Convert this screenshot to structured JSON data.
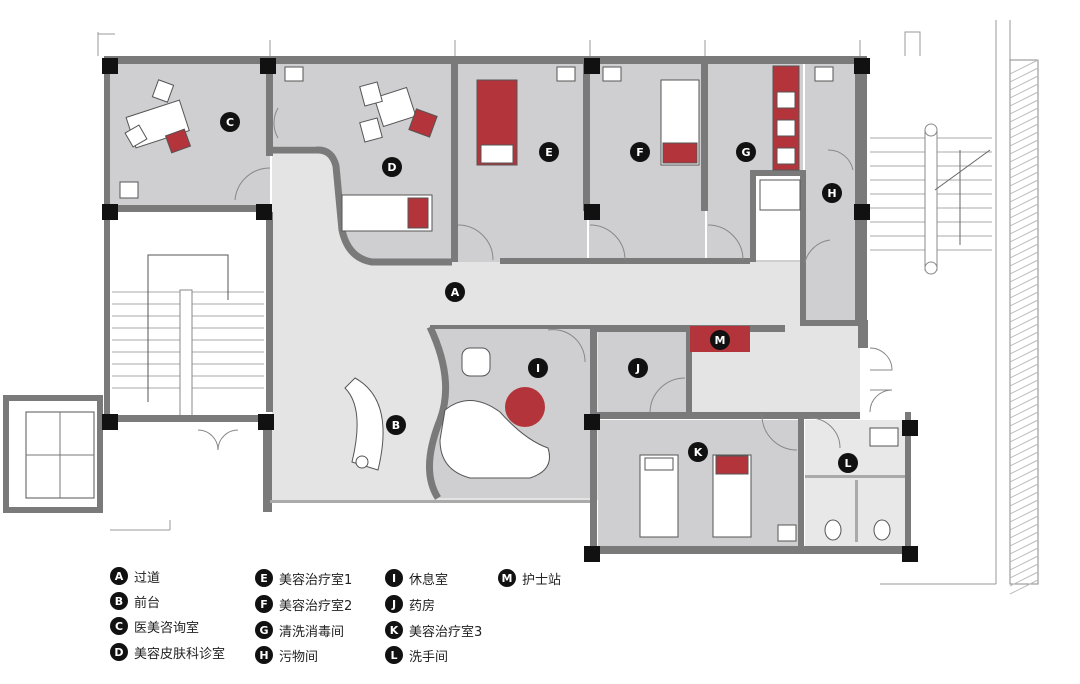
{
  "rooms": [
    {
      "letter": "A",
      "name": "过道"
    },
    {
      "letter": "B",
      "name": "前台"
    },
    {
      "letter": "C",
      "name": "医美咨询室"
    },
    {
      "letter": "D",
      "name": "美容皮肤科诊室"
    },
    {
      "letter": "E",
      "name": "美容治疗室1"
    },
    {
      "letter": "F",
      "name": "美容治疗室2"
    },
    {
      "letter": "G",
      "name": "清洗消毒间"
    },
    {
      "letter": "H",
      "name": "污物间"
    },
    {
      "letter": "I",
      "name": "休息室"
    },
    {
      "letter": "J",
      "name": "药房"
    },
    {
      "letter": "K",
      "name": "美容治疗室3"
    },
    {
      "letter": "L",
      "name": "洗手间"
    },
    {
      "letter": "M",
      "name": "护士站"
    }
  ],
  "colors": {
    "room_fill": "#cfcfd1",
    "corridor_fill": "#e4e4e4",
    "wall": "#7a7a7a",
    "column": "#111111",
    "accent": "#b3343b",
    "furniture": "#ffffff"
  }
}
